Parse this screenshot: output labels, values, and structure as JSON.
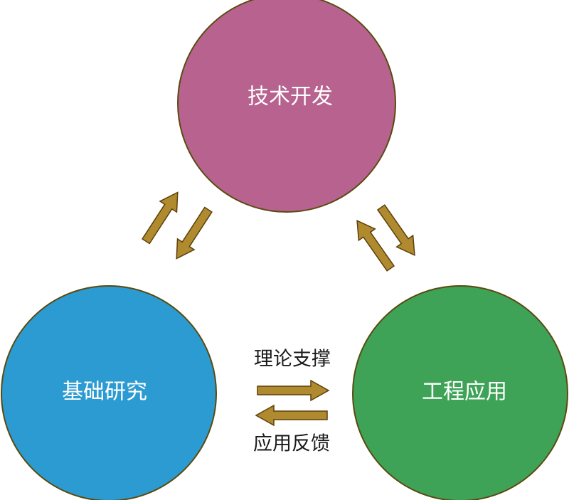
{
  "nodes": {
    "tech": {
      "label": "技术开发",
      "color": "#b7628f"
    },
    "research": {
      "label": "基础研究",
      "color": "#2c9bd1"
    },
    "engineering": {
      "label": "工程应用",
      "color": "#3ea357"
    }
  },
  "edge_labels": {
    "theory_support": "理论支撑",
    "application_feedback": "应用反馈"
  },
  "colors": {
    "arrow_fill": "#b08a2e",
    "arrow_stroke": "#5c3f0c",
    "circle_stroke": "#5a4a10"
  }
}
